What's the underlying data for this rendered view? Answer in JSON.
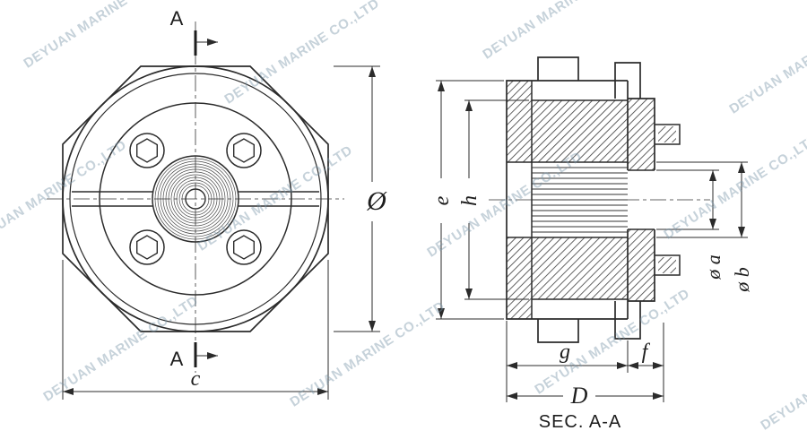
{
  "watermark": {
    "text": "DEYUAN MARINE CO.,LTD"
  },
  "colors": {
    "line": "#2b2b2b",
    "watermark": "#7894a8",
    "background": "#ffffff"
  },
  "front_view": {
    "section_label_top": "A",
    "section_label_bottom": "A",
    "diameter_label": "Ø",
    "width_label": "c"
  },
  "section_view": {
    "title": "SEC. A-A",
    "outer_height_label": "e",
    "inner_height_label": "h",
    "bore_a_label": "ø a",
    "bore_b_label": "ø b",
    "body_width_label": "g",
    "flange_width_label": "f",
    "overall_width_label": "D"
  }
}
